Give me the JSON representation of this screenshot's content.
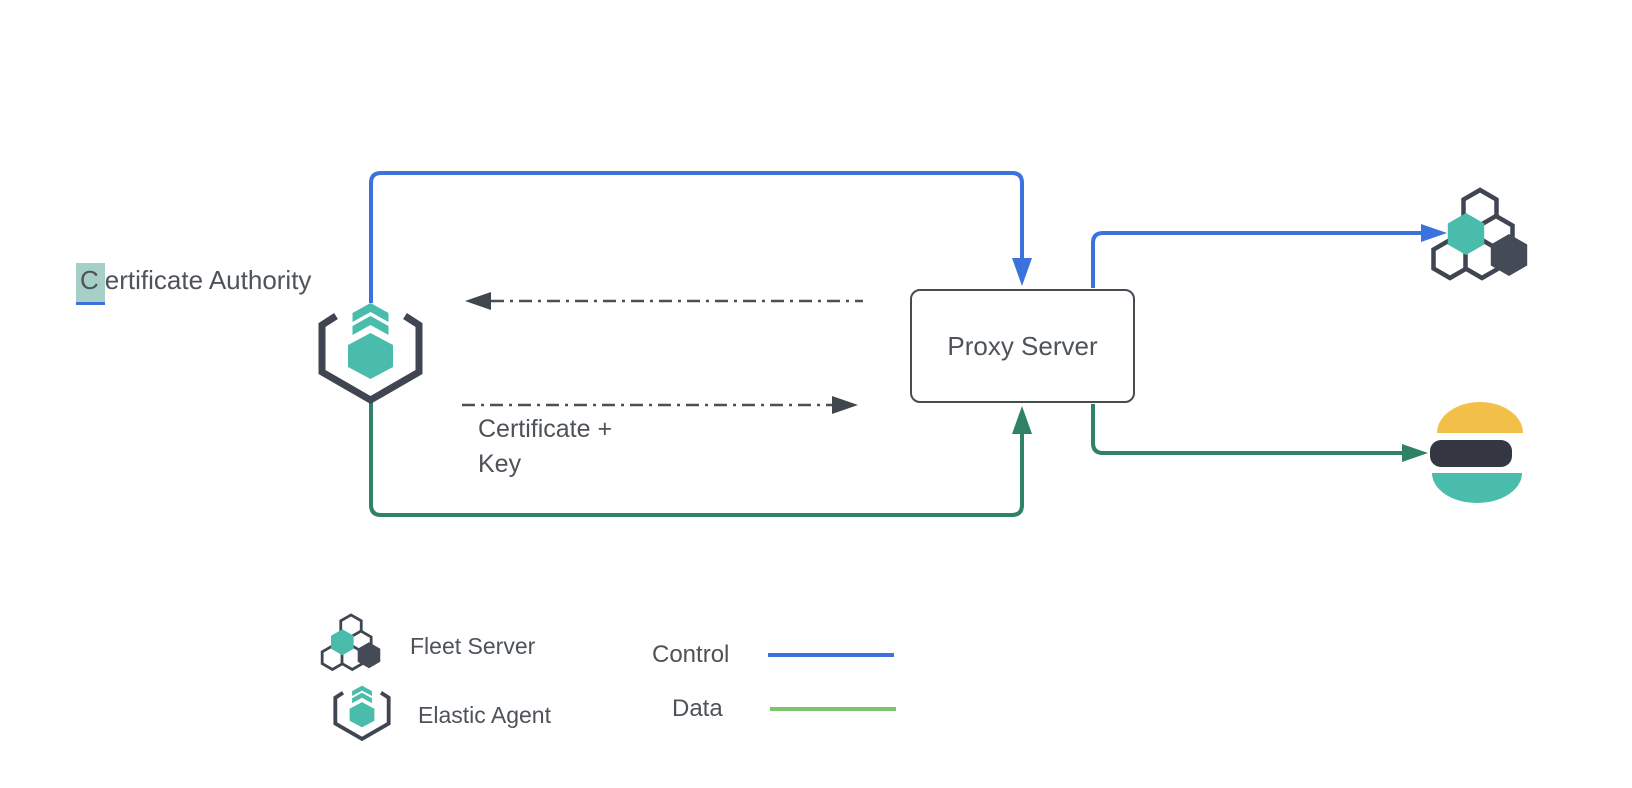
{
  "canvas": {
    "background": "#ffffff"
  },
  "labels": {
    "certificate_authority_highlight": "C",
    "certificate_authority_rest": "ertificate Authority",
    "proxy_server": "Proxy Server",
    "certificate_key": "Certificate +\nKey"
  },
  "legend": {
    "items": [
      {
        "icon": "fleet-server-icon",
        "label": "Fleet Server"
      },
      {
        "icon": "elastic-agent-icon",
        "label": "Elastic Agent"
      }
    ],
    "lines": [
      {
        "label": "Control",
        "color": "#3b72dd"
      },
      {
        "label": "Data",
        "color": "#7cc56e"
      }
    ]
  },
  "colors": {
    "control_blue": "#3b72dd",
    "data_green_dark": "#2f8168",
    "data_green_light": "#7cc56e",
    "teal": "#4abcab",
    "dark_slate": "#3f4651",
    "elastic_yellow": "#f2bf49",
    "elastic_dark": "#343741",
    "text": "#4d5359",
    "highlight_teal": "#a5cfc7",
    "dash_gray": "#4a5056"
  },
  "nodes": [
    {
      "id": "certificate-authority",
      "label": "Certificate Authority",
      "icon": "elastic-agent-icon"
    },
    {
      "id": "proxy-server",
      "label": "Proxy Server",
      "shape": "rounded-rect"
    },
    {
      "id": "fleet-server",
      "label": "",
      "icon": "fleet-server-icon"
    },
    {
      "id": "elasticsearch",
      "label": "",
      "icon": "elasticsearch-logo"
    }
  ],
  "edges": [
    {
      "from": "certificate-authority",
      "to": "proxy-server",
      "type": "control",
      "style": "solid",
      "color": "#3b72dd"
    },
    {
      "from": "proxy-server",
      "to": "fleet-server",
      "type": "control",
      "style": "solid",
      "color": "#3b72dd"
    },
    {
      "from": "certificate-authority",
      "to": "proxy-server",
      "type": "data",
      "style": "solid",
      "color": "#2f8168"
    },
    {
      "from": "proxy-server",
      "to": "elasticsearch",
      "type": "data",
      "style": "solid",
      "color": "#2f8168"
    },
    {
      "from": "proxy-server",
      "to": "certificate-authority",
      "type": "certificate-request",
      "style": "dash-dot",
      "label": ""
    },
    {
      "from": "certificate-authority",
      "to": "proxy-server",
      "type": "certificate-response",
      "style": "dash-dot",
      "label": "Certificate + Key"
    }
  ]
}
